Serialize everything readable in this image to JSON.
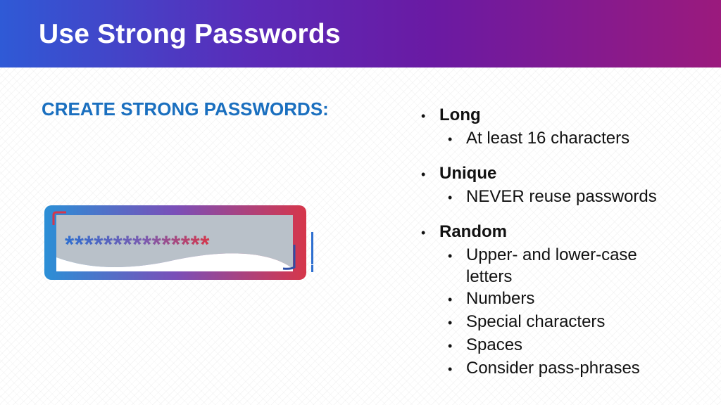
{
  "header": {
    "title": "Use Strong Passwords"
  },
  "subhead": "CREATE STRONG PASSWORDS:",
  "graphic": {
    "masked_text": "***************"
  },
  "bullets": [
    {
      "label": "Long",
      "items": [
        "At least 16 characters"
      ]
    },
    {
      "label": "Unique",
      "items": [
        "NEVER reuse passwords"
      ]
    },
    {
      "label": "Random",
      "items": [
        "Upper- and lower-case letters",
        "Numbers",
        "Special characters",
        "Spaces",
        "Consider pass-phrases"
      ]
    }
  ],
  "colors": {
    "header_start": "#2f5ad6",
    "header_end": "#9b1a7d",
    "subhead": "#1a6fbf",
    "asterisk_start": "#2e6fd0",
    "asterisk_end": "#d6364a"
  }
}
